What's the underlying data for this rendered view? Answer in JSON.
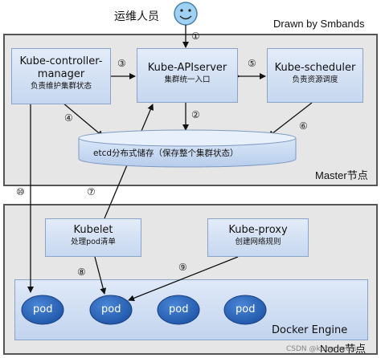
{
  "header": {
    "person_label": "运维人员",
    "credit": "Drawn by Smbands"
  },
  "master": {
    "label": "Master节点",
    "controller": {
      "title_line1": "Kube-controller-",
      "title_line2": "manager",
      "subtitle": "负责维护集群状态"
    },
    "apiserver": {
      "title": "Kube-APIserver",
      "subtitle": "集群统一入口"
    },
    "scheduler": {
      "title": "Kube-scheduler",
      "subtitle": "负责资源调度"
    },
    "etcd": {
      "label": "etcd分布式储存（保存整个集群状态）"
    }
  },
  "node": {
    "label": "Node节点",
    "kubelet": {
      "title": "Kubelet",
      "subtitle": "处理pod清单"
    },
    "kube_proxy": {
      "title": "Kube-proxy",
      "subtitle": "创建网络规则"
    },
    "docker": {
      "label": "Docker Engine"
    },
    "pods": [
      "pod",
      "pod",
      "pod",
      "pod"
    ]
  },
  "steps": {
    "s1": "①",
    "s2": "②",
    "s3": "③",
    "s4": "④",
    "s5": "⑤",
    "s6": "⑥",
    "s7": "⑦",
    "s8": "⑧",
    "s9": "⑨",
    "s10": "⑩"
  },
  "watermark": "CSDN @kubernetes"
}
